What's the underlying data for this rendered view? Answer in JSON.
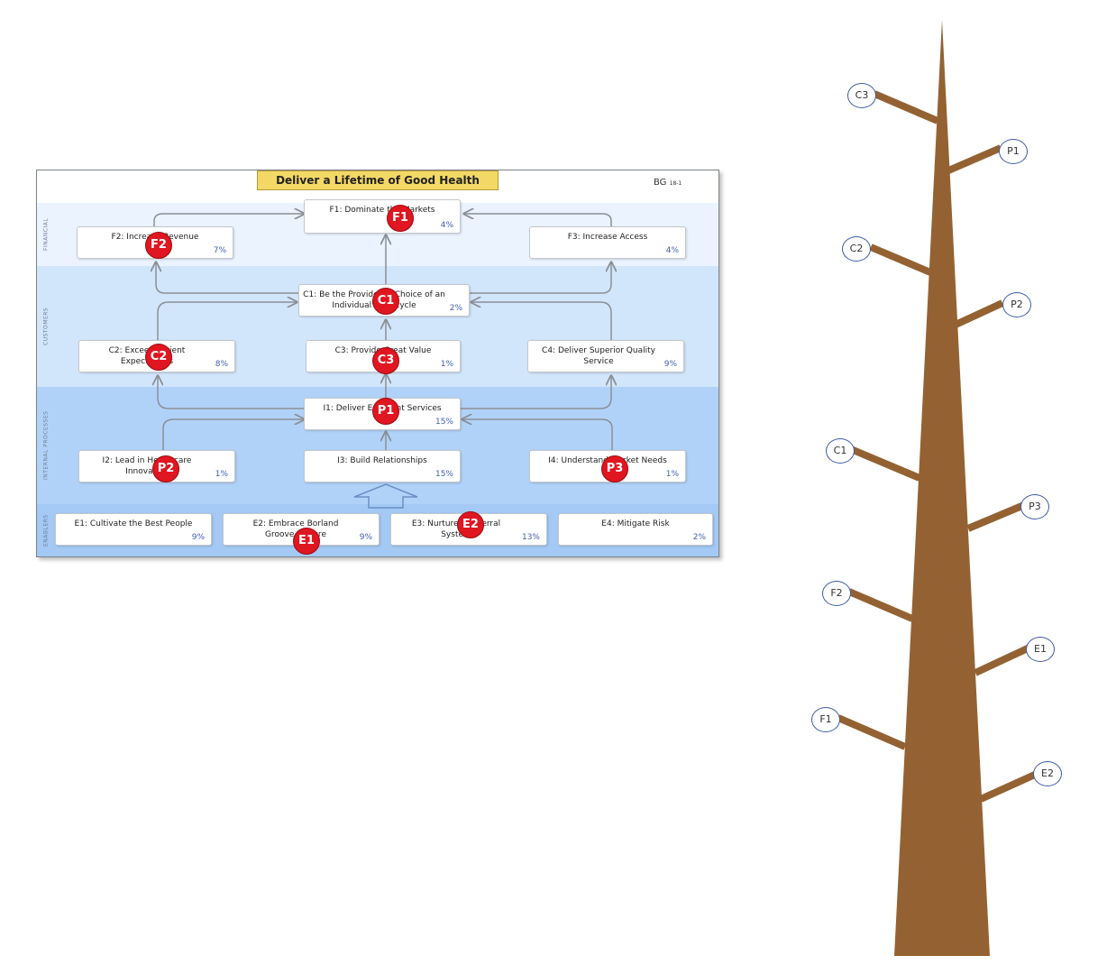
{
  "map": {
    "title": "Deliver a Lifetime of Good Health",
    "bg_code": "BG",
    "bg_code_small": "18-1",
    "perspectives": [
      "FINANCIAL",
      "CUSTOMERS",
      "INTERNAL PROCESSES",
      "ENABLERS"
    ],
    "boxes": {
      "f1": {
        "label": "F1: Dominate the Markets",
        "pct": "4%"
      },
      "f2": {
        "label": "F2: Increase Revenue",
        "pct": "7%"
      },
      "f3": {
        "label": "F3: Increase Access",
        "pct": "4%"
      },
      "c1": {
        "label": "C1: Be the Provider of Choice of an Individual's Lifecycle",
        "pct": "2%"
      },
      "c2": {
        "label": "C2: Exceed Patient Expectations",
        "pct": "8%"
      },
      "c3": {
        "label": "C3: Provide Great Value",
        "pct": "1%"
      },
      "c4": {
        "label": "C4: Deliver Superior Quality Service",
        "pct": "9%"
      },
      "i1": {
        "label": "I1: Deliver Excellent Services",
        "pct": "15%"
      },
      "i2": {
        "label": "I2: Lead in Healthcare Innovation",
        "pct": "1%"
      },
      "i3": {
        "label": "I3: Build Relationships",
        "pct": "15%"
      },
      "i4": {
        "label": "I4: Understand Market Needs",
        "pct": "1%"
      },
      "e1": {
        "label": "E1: Cultivate the Best People",
        "pct": "9%"
      },
      "e2": {
        "label": "E2: Embrace Borland Groove Culture",
        "pct": "9%"
      },
      "e3": {
        "label": "E3: Nurture a Referral System",
        "pct": "13%"
      },
      "e4": {
        "label": "E4: Mitigate Risk",
        "pct": "2%"
      }
    },
    "markers": {
      "f1": "F1",
      "f2": "F2",
      "c1": "C1",
      "c2": "C2",
      "c3": "C3",
      "p1": "P1",
      "p2": "P2",
      "p3": "P3",
      "e1": "E1",
      "e2": "E2"
    }
  },
  "tree": {
    "nodes": {
      "c3": "C3",
      "p1": "P1",
      "c2": "C2",
      "p2": "P2",
      "c1": "C1",
      "p3": "P3",
      "f2": "F2",
      "e1": "E1",
      "f1": "F1",
      "e2": "E2"
    }
  },
  "colors": {
    "trunk": "#946232",
    "marker": "#e01620",
    "title_bg": "#f4d866",
    "node_border": "#3c5ca8",
    "percent": "#3f5fb3"
  }
}
